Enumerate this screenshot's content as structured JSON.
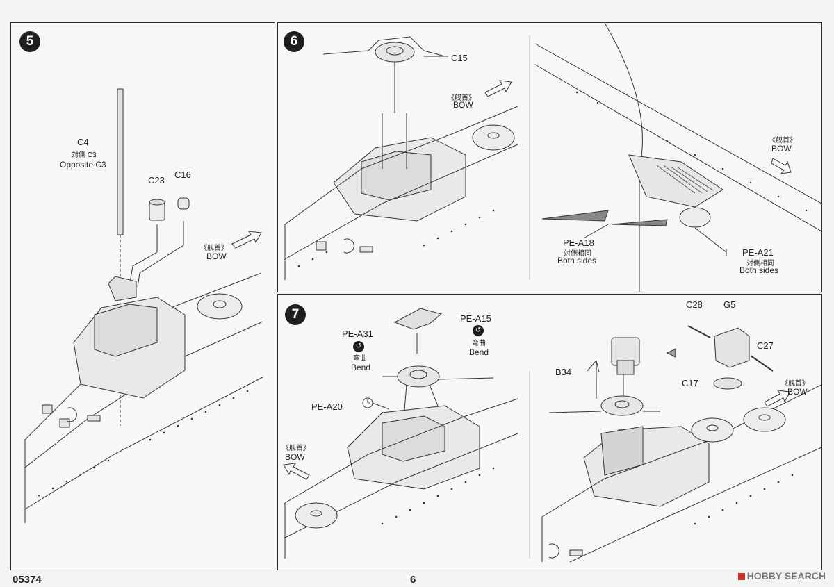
{
  "steps": {
    "s5": {
      "number": "5",
      "parts": {
        "c4": {
          "code": "C4",
          "note_cn": "対側 C3",
          "note_en": "Opposite  C3"
        },
        "c23": {
          "code": "C23"
        },
        "c16": {
          "code": "C16"
        }
      },
      "bow": {
        "cn": "《舰首》",
        "en": "BOW"
      }
    },
    "s6": {
      "number": "6",
      "parts": {
        "c15": {
          "code": "C15"
        },
        "pea18": {
          "code": "PE-A18",
          "note_cn": "対側相同",
          "note_en": "Both sides"
        },
        "pea21": {
          "code": "PE-A21",
          "note_cn": "対側相同",
          "note_en": "Both  sides"
        }
      },
      "bow_left": {
        "cn": "《舰首》",
        "en": "BOW"
      },
      "bow_right": {
        "cn": "《舰首》",
        "en": "BOW"
      }
    },
    "s7": {
      "number": "7",
      "parts": {
        "pea31": {
          "code": "PE-A31",
          "note_cn": "弯曲",
          "note_en": "Bend"
        },
        "pea15": {
          "code": "PE-A15",
          "note_cn": "弯曲",
          "note_en": "Bend"
        },
        "pea20": {
          "code": "PE-A20"
        },
        "c28": {
          "code": "C28"
        },
        "g5": {
          "code": "G5"
        },
        "c27": {
          "code": "C27"
        },
        "c17": {
          "code": "C17"
        },
        "b34": {
          "code": "B34"
        }
      },
      "bow_left": {
        "cn": "《舰首》",
        "en": "BOW"
      },
      "bow_right": {
        "cn": "《舰首》",
        "en": "BOW"
      }
    }
  },
  "footer": {
    "product_code": "05374",
    "page_number": "6",
    "watermark": "HOBBY SEARCH"
  },
  "icons": {
    "bend": "bend-icon",
    "arrow": "bow-arrow-icon"
  }
}
